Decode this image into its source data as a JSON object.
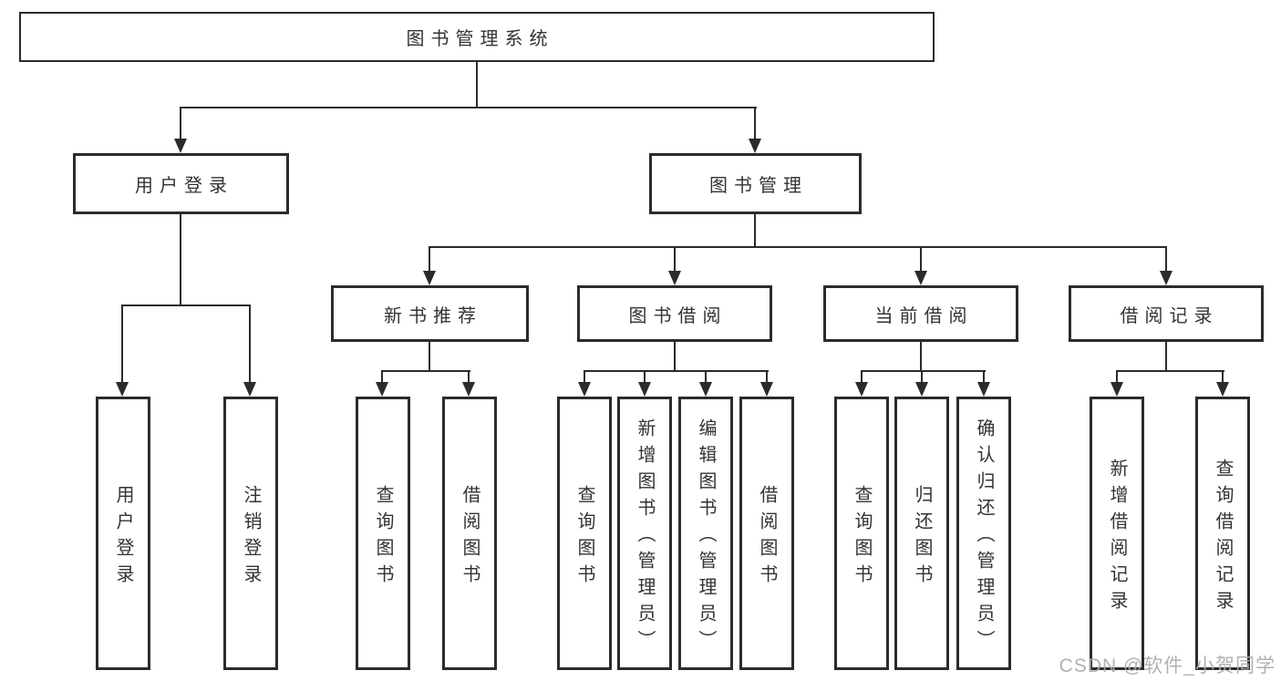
{
  "root": {
    "label": "图书管理系统"
  },
  "level2": {
    "user_login": "用户登录",
    "book_management": "图书管理"
  },
  "level3": {
    "new_book_recommendation": "新书推荐",
    "book_borrowing": "图书借阅",
    "current_borrowing": "当前借阅",
    "borrowing_records": "借阅记录"
  },
  "leaves": {
    "user_login": "用户登录",
    "logout": "注销登录",
    "recommend_query_books": "查询图书",
    "recommend_borrow_books": "借阅图书",
    "borrow_query_books": "查询图书",
    "borrow_add_book_admin": "新增图书（管理员）",
    "borrow_edit_book_admin": "编辑图书（管理员）",
    "borrow_borrow_books": "借阅图书",
    "current_query_books": "查询图书",
    "current_return_books": "归还图书",
    "current_confirm_return_admin": "确认归还（管理员）",
    "records_add_record": "新增借阅记录",
    "records_query_record": "查询借阅记录"
  },
  "watermark": {
    "text": "CSDN @软件_小贺同学"
  },
  "colors": {
    "line": "#2b2b2b",
    "text": "#333333",
    "watermark": "#ababab",
    "background": "#ffffff"
  }
}
